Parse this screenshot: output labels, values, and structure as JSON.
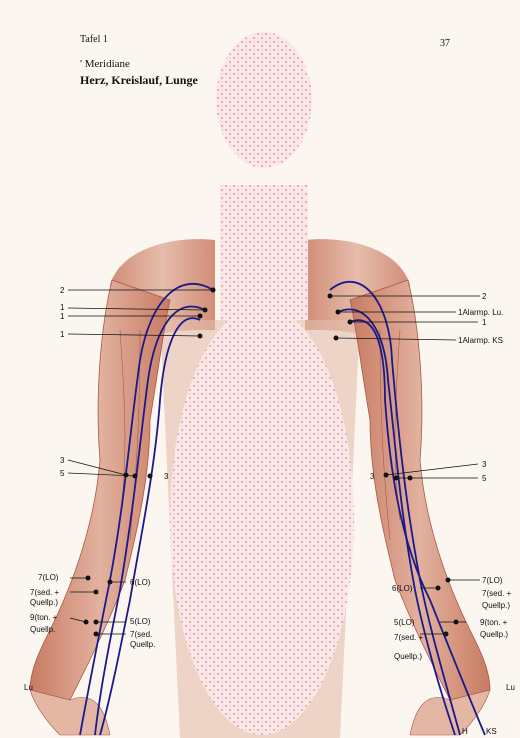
{
  "header": {
    "plate_label": "Tafel 1",
    "page_number": "37",
    "title_line1": "' Meridiane",
    "title_line2": "Herz, Kreislauf, Lunge"
  },
  "colors": {
    "background": "#fbf7f0",
    "muscle": "#d9a08a",
    "muscle_dark": "#b9654d",
    "meridian": "#1a1a8c",
    "censor_fill": "#fbe9ea",
    "censor_dot": "#e9a3a9"
  },
  "labels": {
    "left": {
      "l2": "2",
      "l1a": "1",
      "l1b": "1",
      "l1c": "1",
      "l3": "3",
      "l5": "5",
      "l3b": "3",
      "lo7": "7(LO)",
      "sed7": "7(sed. +",
      "quellp1": "Quellp.)",
      "lo6": "6(LO)",
      "ton9": "9(ton. +",
      "quellp2": "Quellp.",
      "lo5": "5(LO)",
      "sed7b": "7(sed.",
      "quellp3": "Quellp.",
      "lu": "Lu"
    },
    "right": {
      "r2": "2",
      "alarm_lu": "1Alarmp. Lu.",
      "r1": "1",
      "alarm_ks": "1Alarmp. KS",
      "r3": "3",
      "r3b": "3",
      "r5": "5",
      "lo6": "6(LO)",
      "lo7": "7(LO)",
      "sed7": "7(sed. +",
      "quellp1": "Quellp.)",
      "lo5": "5(LO)",
      "ton9": "9(ton. +",
      "sed7b": "7(sed. +",
      "quellp2": "Quellp.)",
      "quellp3": "Quellp.)",
      "lu": "Lu",
      "ks": "KS",
      "h": "H"
    }
  }
}
